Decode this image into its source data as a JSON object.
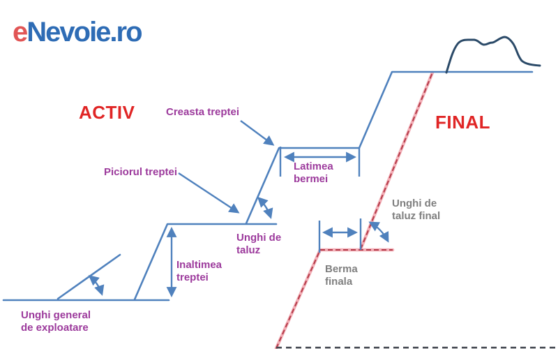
{
  "logo": {
    "prefix": "e",
    "rest": "Nevoie.ro"
  },
  "sections": {
    "active_label": "ACTIV",
    "final_label": "FINAL"
  },
  "labels": {
    "creasta": "Creasta treptei",
    "piciorul": "Piciorul treptei",
    "latimea_line1": "Latimea",
    "latimea_line2": "bermei",
    "unghi_taluz_line1": "Unghi de",
    "unghi_taluz_line2": "taluz",
    "inaltimea_line1": "Inaltimea",
    "inaltimea_line2": "treptei",
    "unghi_general_line1": "Unghi general",
    "unghi_general_line2": "de exploatare",
    "unghi_taluz_final_line1": "Unghi de",
    "unghi_taluz_final_line2": "taluz final",
    "berma_line1": "Berma",
    "berma_line2": "finala"
  },
  "colors": {
    "profile_blue": "#4f81bd",
    "label_purple": "#9c3a9c",
    "label_gray": "#7f7f7f",
    "section_red": "#e02525",
    "logo_blue": "#2e6cb5",
    "logo_red": "#e15555",
    "final_slope_red": "#b43a48",
    "final_slope_pink": "#f2aeb6",
    "terrain_navy": "#2b4a68",
    "bottom_dash_dark": "#41454e"
  }
}
